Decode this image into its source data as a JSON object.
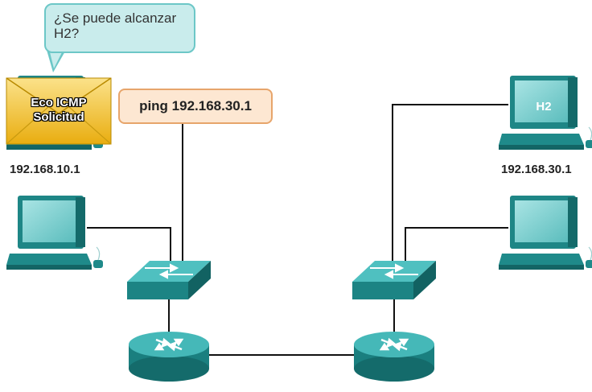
{
  "bubble": {
    "text": "¿Se puede alcanzar H2?"
  },
  "ping": {
    "label": "ping 192.168.30.1"
  },
  "envelope": {
    "line1": "Eco ICMP",
    "line2": "Solicitud"
  },
  "hosts": {
    "source_ip": "192.168.10.1",
    "dest_label": "H2",
    "dest_ip": "192.168.30.1"
  },
  "colors": {
    "device": "#1f8a8a",
    "device_dark": "#146a6a",
    "device_light": "#4db8b8",
    "screen": "#7fd1d1",
    "bubble_fill": "#c9ecec",
    "ping_fill": "#fde7d2",
    "envelope": "#f4c21f"
  }
}
